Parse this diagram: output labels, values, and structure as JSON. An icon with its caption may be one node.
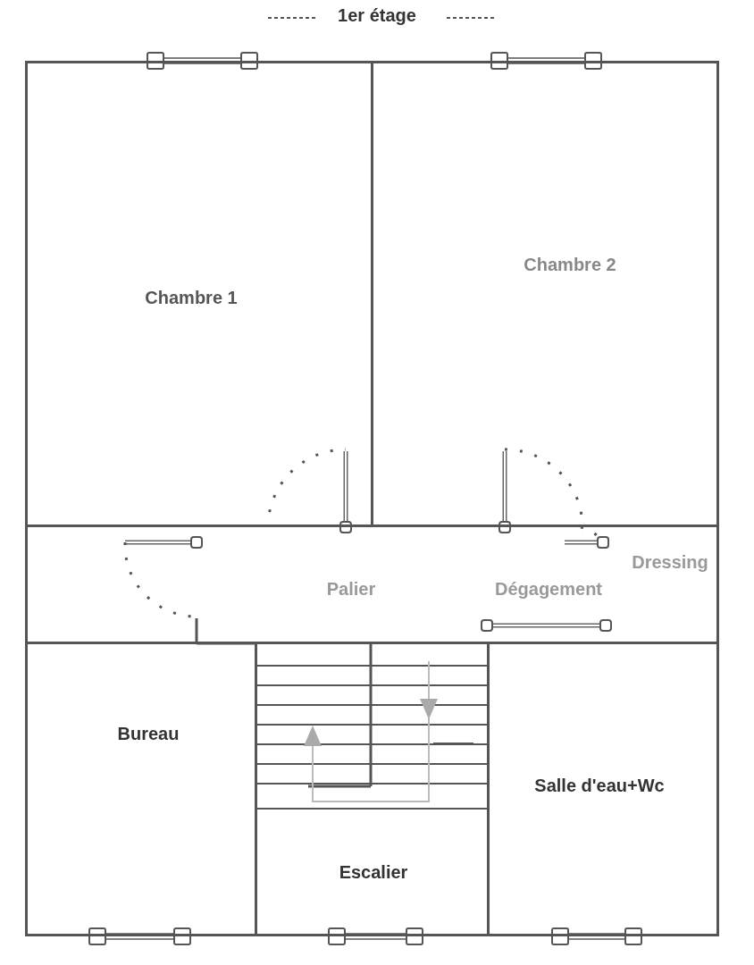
{
  "diagram": {
    "title": "1er étage",
    "nodes": [
      {
        "text": [
          "Chambre 1"
        ]
      },
      {
        "text": [
          "Chambre 2"
        ]
      },
      {
        "text": [
          "Palier"
        ]
      },
      {
        "text": [
          "Dégagement"
        ]
      },
      {
        "text": [
          "Dressing"
        ]
      },
      {
        "text": [
          "Bureau"
        ]
      },
      {
        "text": [
          "Escalier"
        ]
      },
      {
        "text": [
          "Salle d'eau+Wc"
        ]
      }
    ]
  }
}
